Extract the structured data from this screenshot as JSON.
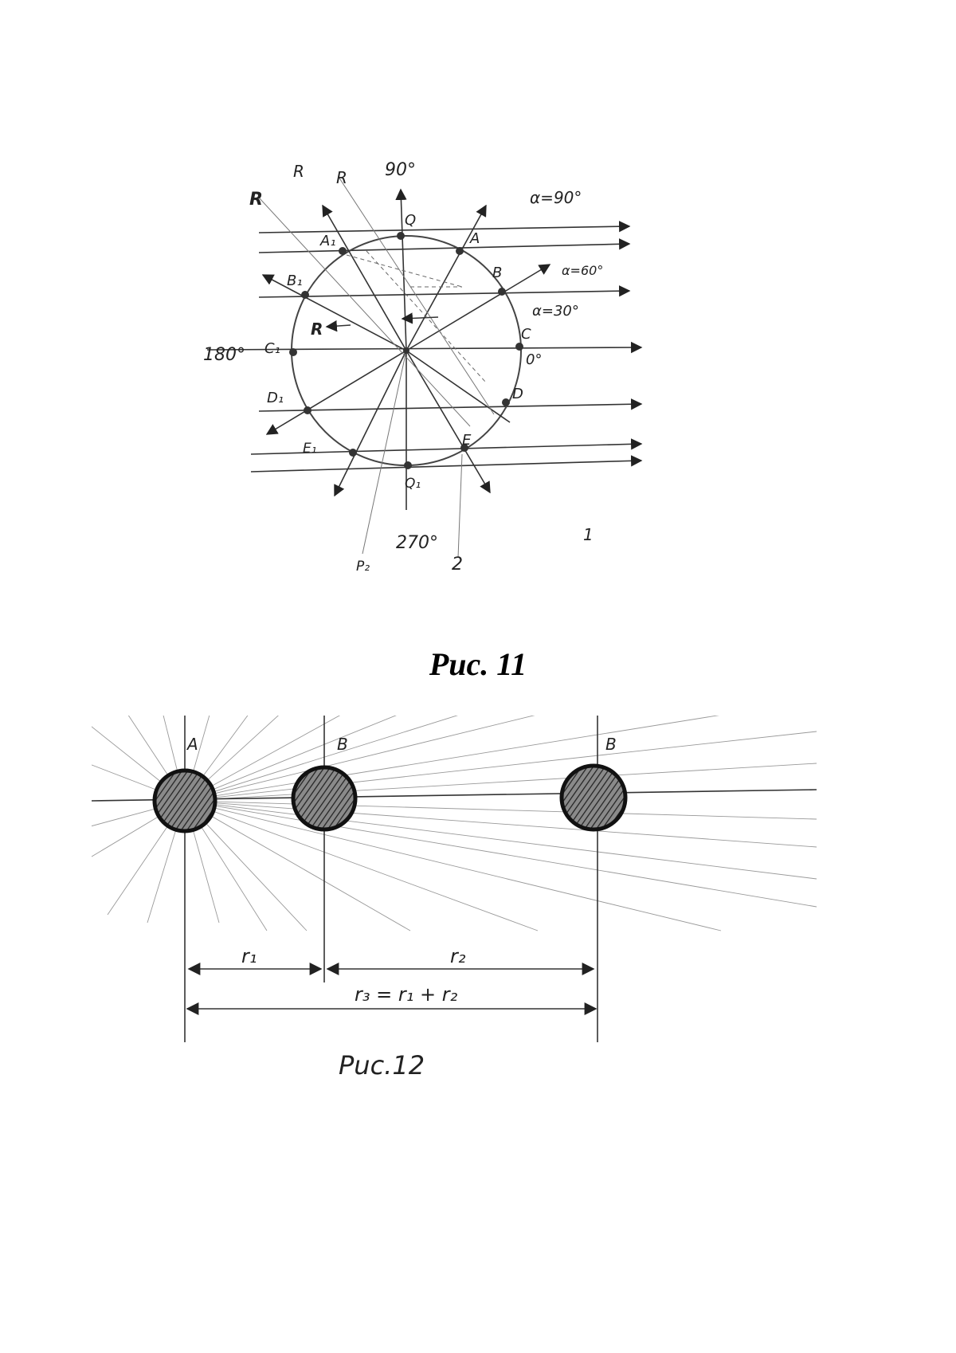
{
  "figure11": {
    "caption": "Рис. 11",
    "angle_labels": {
      "deg90": "90°",
      "deg180": "180°",
      "deg0": "0°",
      "deg270": "270°",
      "alpha90": "α=90°",
      "alpha60": "α=60°",
      "alpha30": "α=30°"
    },
    "point_labels": [
      "Q",
      "A",
      "B",
      "C",
      "D",
      "E",
      "Q₁",
      "A₁",
      "B₁",
      "C₁",
      "D₁",
      "E₁"
    ],
    "r_labels": [
      "R",
      "R",
      "R",
      "R"
    ],
    "misc_labels": [
      "P₂",
      "2",
      "1"
    ]
  },
  "figure12": {
    "caption": "Рuc.12",
    "sphere_labels": [
      "A",
      "B",
      "B"
    ],
    "distance_labels": {
      "r1": "r₁",
      "r2": "r₂",
      "r3": "r₃ = r₁ + r₂"
    }
  }
}
